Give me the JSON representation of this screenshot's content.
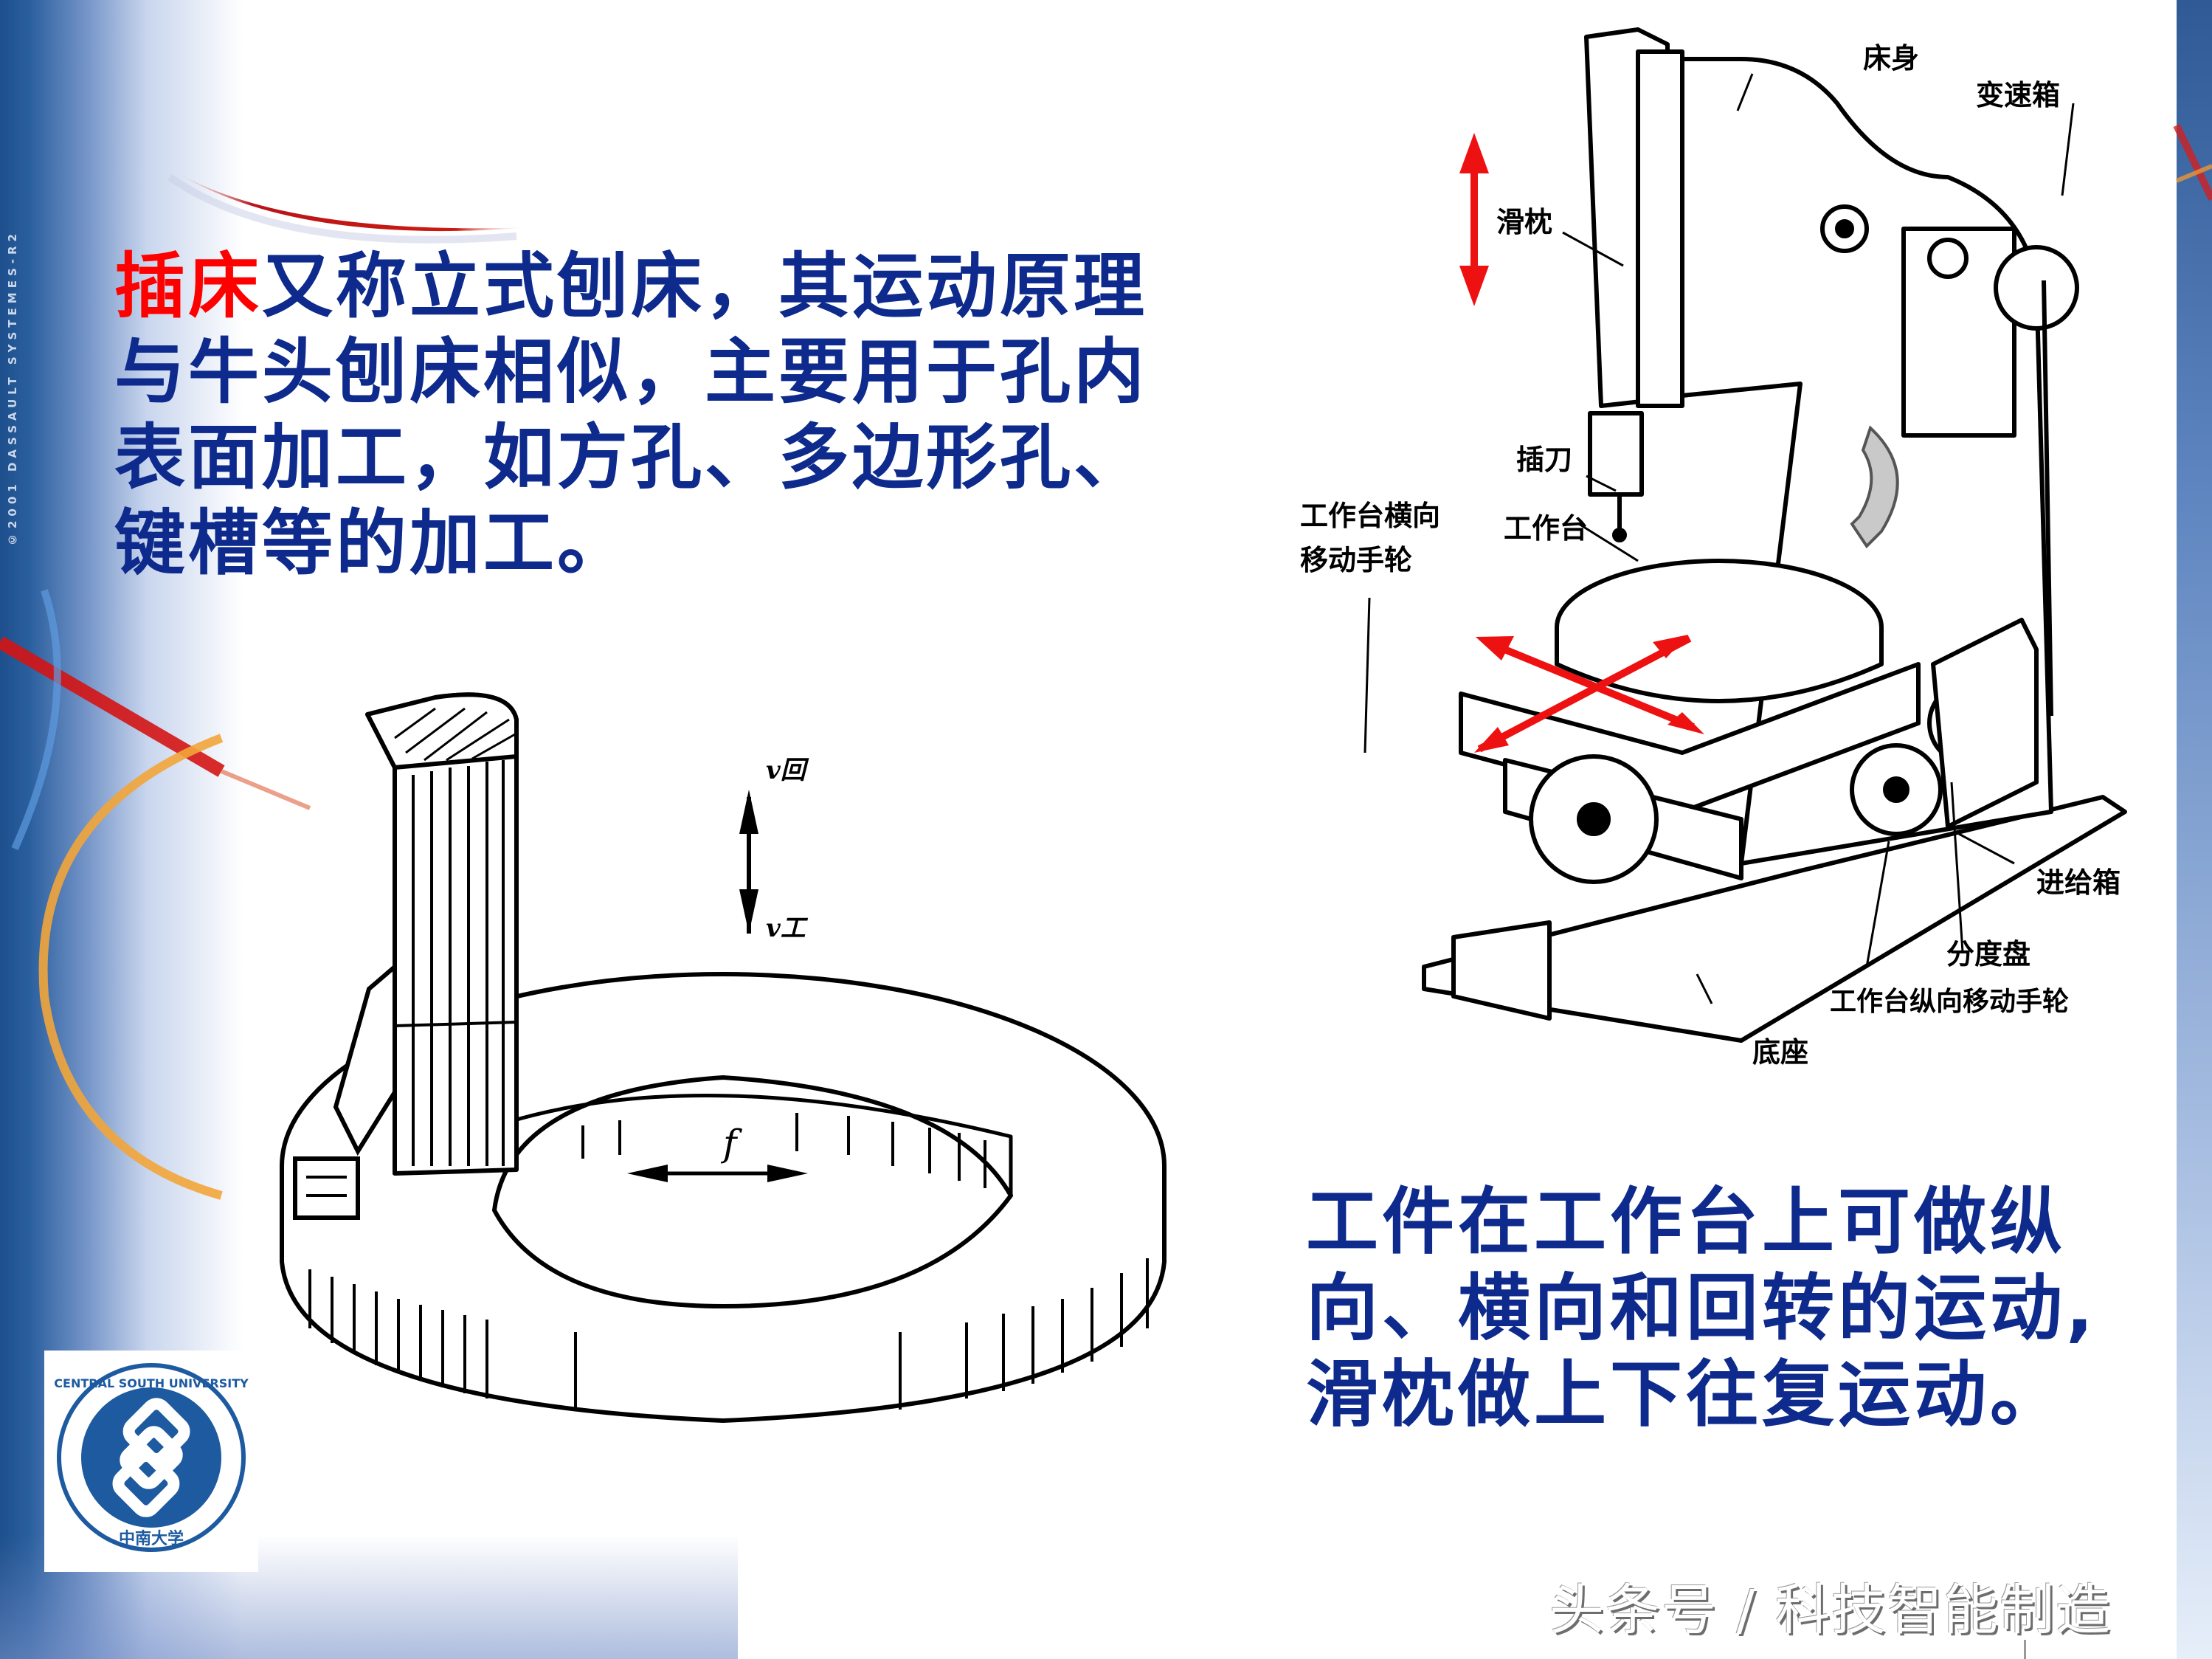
{
  "slide": {
    "background_credit": "©2001 DASSAULT SYSTEMES-R2",
    "colors": {
      "text_blue": "#0d2a8c",
      "highlight_red": "#ff0000",
      "arrow_red": "#ee1111",
      "strip_blue": "#1d4f8c"
    }
  },
  "left_text": {
    "highlight": "插床",
    "line1_rest": "又称立式刨床，其运动原理",
    "line2": "与牛头刨床相似，主要用于孔内",
    "line3": "表面加工，如方孔、多边形孔、",
    "line4": "键槽等的加工。"
  },
  "right_text": {
    "line1": "工件在工作台上可做纵",
    "line2": "向、横向和回转的运动,",
    "line3": "滑枕做上下往复运动。"
  },
  "tool_diagram": {
    "label_return": "v回",
    "label_work": "v工",
    "label_feed": "f"
  },
  "machine_diagram": {
    "labels": {
      "bed": "床身",
      "gearbox": "变速箱",
      "ram": "滑枕",
      "slotting_tool": "插刀",
      "table_cross_handwheel_1": "工作台横向",
      "table_cross_handwheel_2": "移动手轮",
      "table": "工作台",
      "feed_box": "进给箱",
      "index_plate": "分度盘",
      "table_longitudinal_handwheel": "工作台纵向移动手轮",
      "base": "底座"
    }
  },
  "logo": {
    "ring_text_top": "CENTRAL SOUTH UNIVERSITY",
    "ring_text_bottom": "中南大学"
  },
  "watermark": {
    "text": "头条号 / 科技智能制造"
  }
}
